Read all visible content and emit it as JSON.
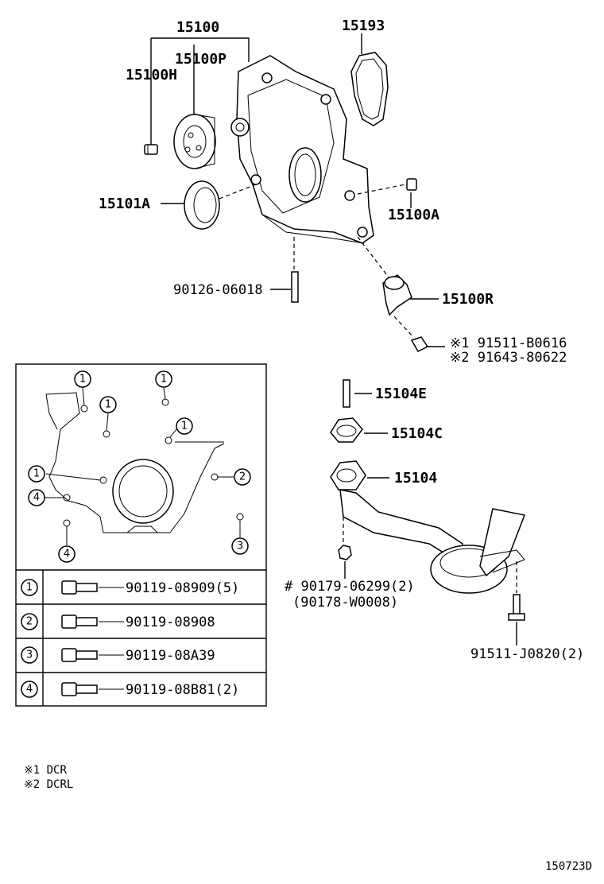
{
  "labels": {
    "p15100": "15100",
    "p15100P": "15100P",
    "p15100H": "15100H",
    "p15193": "15193",
    "p15101A": "15101A",
    "p15100A": "15100A",
    "p90126": "90126-06018",
    "p15100R": "15100R",
    "note1_part": "※1 91511-B0616",
    "note2_part": "※2 91643-80622",
    "p15104E": "15104E",
    "p15104C": "15104C",
    "p15104": "15104",
    "p90179": "# 90179-06299(2)",
    "p90178": "(90178-W0008)",
    "p91511J": "91511-J0820(2)"
  },
  "inset": {
    "callouts": [
      "1",
      "1",
      "1",
      "1",
      "1",
      "2",
      "3",
      "4",
      "4"
    ]
  },
  "bolt_table": [
    {
      "num": "1",
      "part": "90119-08909(5)"
    },
    {
      "num": "2",
      "part": "90119-08908"
    },
    {
      "num": "3",
      "part": "90119-08A39"
    },
    {
      "num": "4",
      "part": "90119-08B81(2)"
    }
  ],
  "footnotes": [
    "※1 DCR",
    "※2 DCRL"
  ],
  "diagram_code": "150723D"
}
